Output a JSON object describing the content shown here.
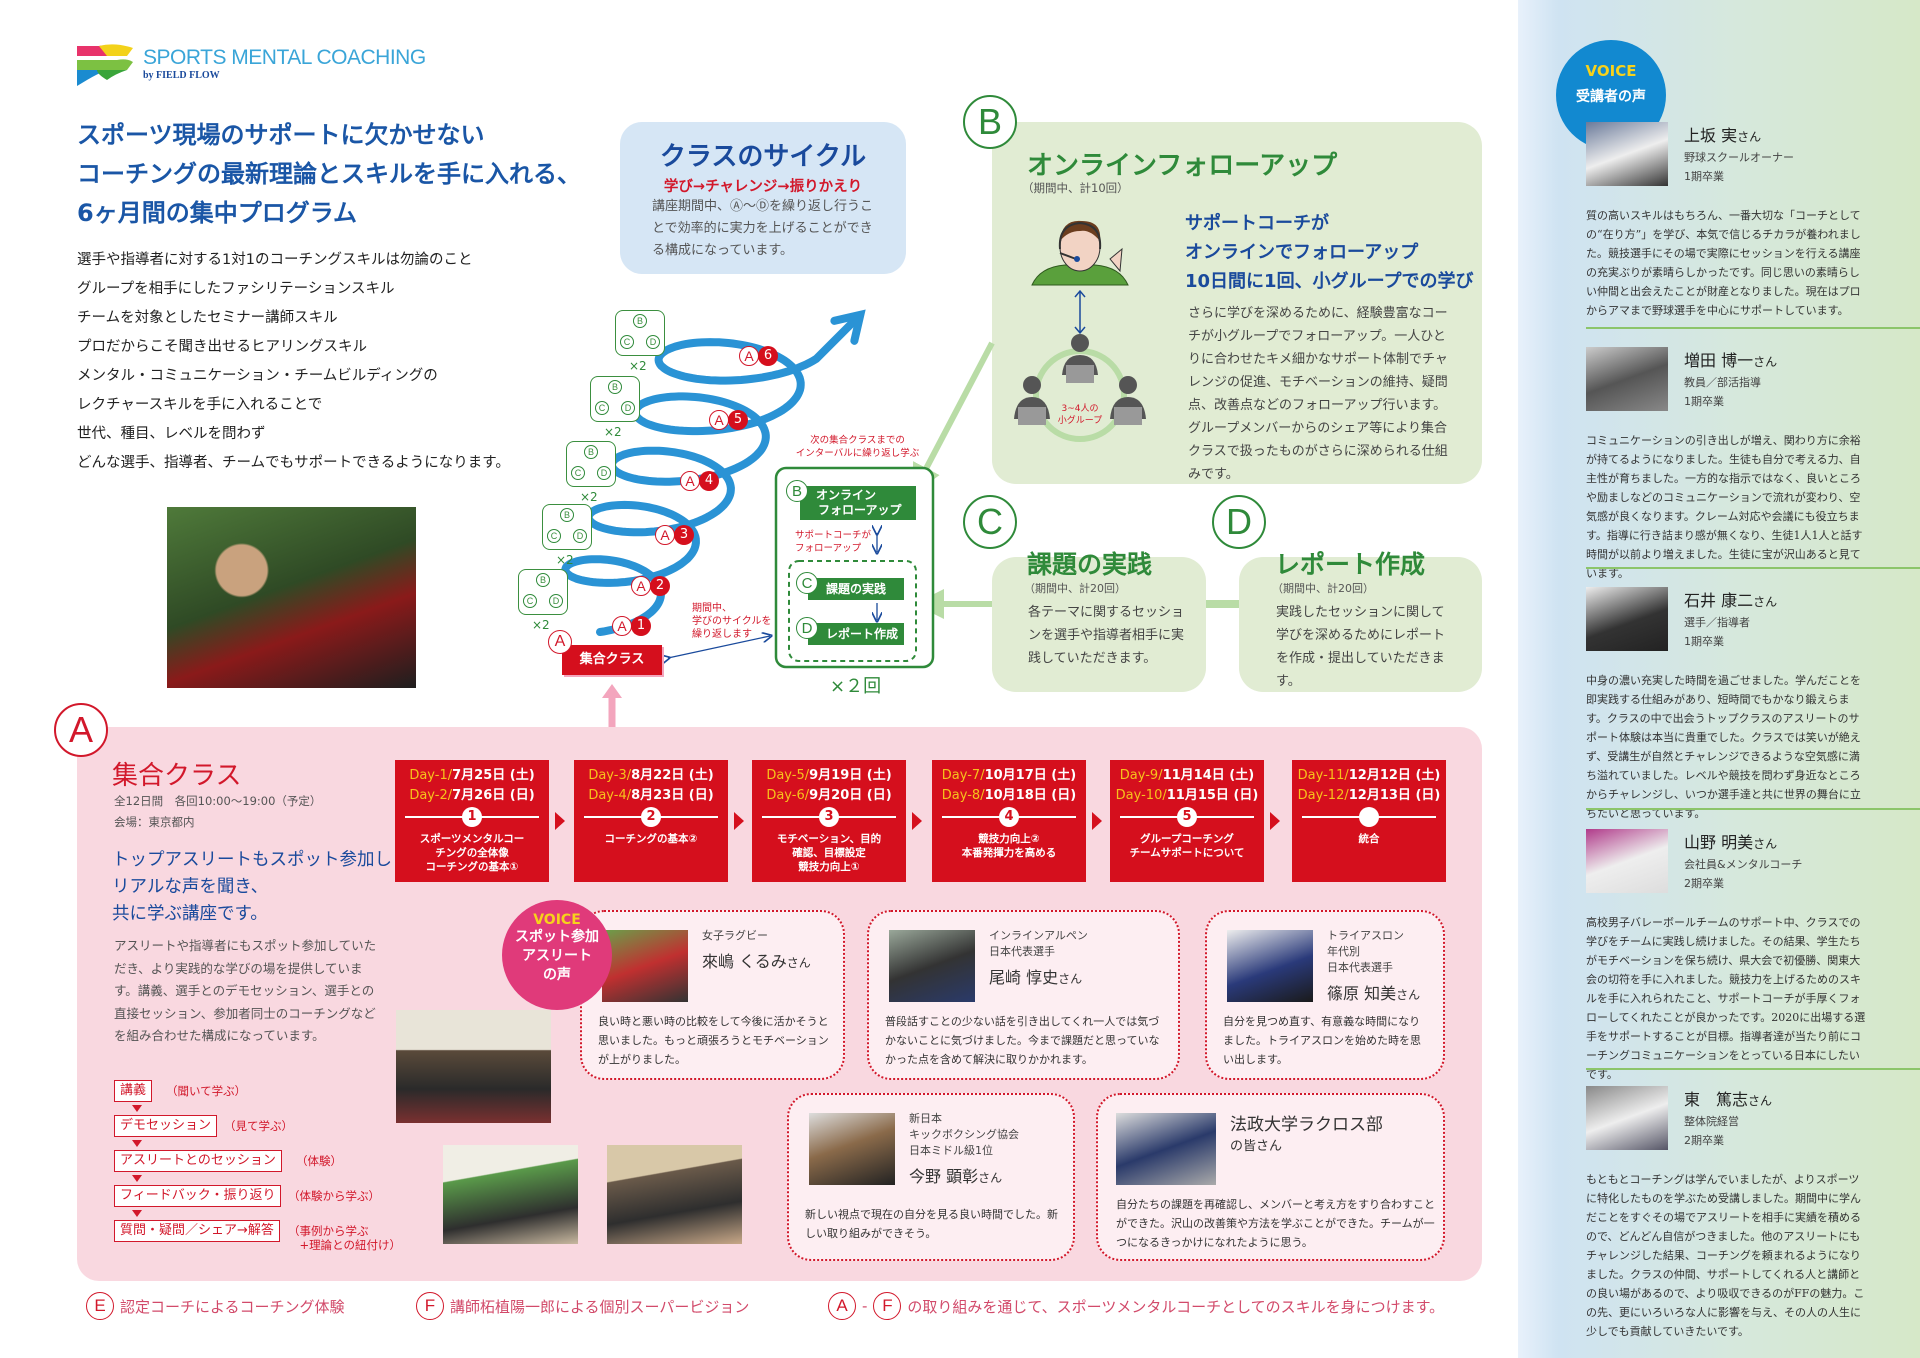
{
  "brand": {
    "name": "SPORTS MENTAL COACHING",
    "by": "by FIELD FLOW"
  },
  "hero": {
    "headline": [
      "スポーツ現場のサポートに欠かせない",
      "コーチングの最新理論とスキルを手に入れる、",
      "6ヶ月間の集中プログラム"
    ],
    "skills": [
      "選手や指導者に対する1対1のコーチングスキルは勿論のこと",
      "グループを相手にしたファシリテーションスキル",
      "チームを対象としたセミナー講師スキル",
      "プロだからこそ聞き出せるヒアリングスキル",
      "メンタル・コミュニケーション・チームビルディングの",
      "レクチャースキルを手に入れることで",
      "世代、種目、レベルを問わず",
      "どんな選手、指導者、チームでもサポートできるようになります。"
    ]
  },
  "cycle": {
    "title": "クラスのサイクル",
    "subtitle": "学び→チャレンジ→振りかえり",
    "text": "講座期間中、Ⓐ～Ⓓを繰り返し行うことで効率的に実力を上げることができる構成になっています。"
  },
  "diagram": {
    "markers": [
      "A1",
      "A2",
      "A3",
      "A4",
      "A5",
      "A6"
    ],
    "marker_letter": "A",
    "marker_numbers": [
      "1",
      "2",
      "3",
      "4",
      "5",
      "6"
    ],
    "bubble_letters": [
      "B",
      "C",
      "D"
    ],
    "bubble_repeat": "×2",
    "class_label": "集合クラス",
    "class_letter": "A",
    "cycle_note": [
      "期間中、",
      "学びのサイクルを",
      "繰り返します"
    ],
    "interval_note": [
      "次の集合クラスまでの",
      "インターバルに繰り返し学ぶ"
    ],
    "online_label": [
      "オンライン",
      "フォローアップ"
    ],
    "support_note": [
      "サポートコーチが",
      "フォローアップ"
    ],
    "practice_label": "課題の実践",
    "report_label": "レポート作成",
    "repeat_label": "×２回"
  },
  "online": {
    "letter": "B",
    "title": "オンラインフォローアップ",
    "period": "（期間中、計10回）",
    "subtitle": [
      "サポートコーチが",
      "オンラインでフォローアップ",
      "10日間に1回、小グループでの学び"
    ],
    "text": "さらに学びを深めるために、経験豊富なコーチが小グループでフォローアップ。一人ひとりに合わせたキメ細かなサポート体制でチャレンジの促進、モチベーションの維持、疑問点、改善点などのフォローアップ行います。グループメンバーからのシェア等により集合クラスで扱ったものがさらに深められる仕組みです。",
    "group_label": [
      "3~4人の",
      "小グループ"
    ]
  },
  "practice": {
    "letter": "C",
    "title": "課題の実践",
    "period": "（期間中、計20回）",
    "text": "各テーマに関するセッションを選手や指導者相手に実践していただきます。"
  },
  "report": {
    "letter": "D",
    "title": "レポート作成",
    "period": "（期間中、計20回）",
    "text": "実践したセッションに関して学びを深めるためにレポートを作成・提出していただきます。"
  },
  "class": {
    "letter": "A",
    "title": "集合クラス",
    "schedule": "全12日間　各回10:00～19:00（予定）",
    "venue": "会場：東京都内",
    "lead": [
      "トップアスリートもスポット参加し",
      "リアルな声を聞き、",
      "共に学ぶ講座です。"
    ],
    "text": "アスリートや指導者にもスポット参加していただき、より実践的な学びの場を提供しています。講義、選手とのデモセッション、選手との直接セッション、参加者同士のコーチングなどを組み合わせた構成になっています。"
  },
  "sessions": [
    {
      "days": [
        [
          "Day-1/",
          "7月25日 (土)"
        ],
        [
          "Day-2/",
          "7月26日 (日)"
        ]
      ],
      "num": "1",
      "topic": [
        "スポーツメンタルコー",
        "チングの全体像",
        "コーチングの基本①"
      ]
    },
    {
      "days": [
        [
          "Day-3/",
          "8月22日 (土)"
        ],
        [
          "Day-4/",
          "8月23日 (日)"
        ]
      ],
      "num": "2",
      "topic": [
        "コーチングの基本②"
      ]
    },
    {
      "days": [
        [
          "Day-5/",
          "9月19日 (土)"
        ],
        [
          "Day-6/",
          "9月20日 (日)"
        ]
      ],
      "num": "3",
      "topic": [
        "モチベーション、目的",
        "確認、目標設定",
        "競技力向上①"
      ]
    },
    {
      "days": [
        [
          "Day-7/",
          "10月17日 (土)"
        ],
        [
          "Day-8/",
          "10月18日 (日)"
        ]
      ],
      "num": "4",
      "topic": [
        "競技力向上②",
        "本番発揮力を高める"
      ]
    },
    {
      "days": [
        [
          "Day-9/",
          "11月14日 (土)"
        ],
        [
          "Day-10/",
          "11月15日 (日)"
        ]
      ],
      "num": "5",
      "topic": [
        "グループコーチング",
        "チームサポートについて"
      ]
    },
    {
      "days": [
        [
          "Day-11/",
          "12月12日 (土)"
        ],
        [
          "Day-12/",
          "12月13日 (日)"
        ]
      ],
      "num": "",
      "topic": [
        "統合"
      ]
    }
  ],
  "flow": [
    {
      "step": "講義",
      "note": "（聞いて学ぶ）"
    },
    {
      "step": "デモセッション",
      "note": "（見て学ぶ）"
    },
    {
      "step": "アスリートとのセッション",
      "note": "（体験）"
    },
    {
      "step": "フィードバック・振り返り",
      "note": "（体験から学ぶ）"
    },
    {
      "step": "質問・疑問／シェア→解答",
      "note": "（事例から学ぶ\n　+理論との紐付け）"
    }
  ],
  "spot_voice": {
    "badge_en": "VOICE",
    "badge_jp": [
      "スポット参加",
      "アスリート",
      "の声"
    ],
    "items": [
      {
        "affil": [
          "女子ラグビー"
        ],
        "name": "來嶋 くるみ",
        "suffix": "さん",
        "text": "良い時と悪い時の比較をして今後に活かそうと思いました。もっと頑張ろうとモチベーションが上がりました。"
      },
      {
        "affil": [
          "インラインアルペン",
          "日本代表選手"
        ],
        "name": "尾崎 惇史",
        "suffix": "さん",
        "text": "普段話すことの少ない話を引き出してくれ一人では気づかないことに気づけました。今まで課題だと思っていなかった点を含めて解決に取りかかれます。"
      },
      {
        "affil": [
          "トライアスロン",
          "年代別",
          "日本代表選手"
        ],
        "name": "篠原 知美",
        "suffix": "さん",
        "text": "自分を見つめ直す、有意義な時間になりました。トライアスロンを始めた時を思い出します。"
      },
      {
        "affil": [
          "新日本",
          "キックボクシング協会",
          "日本ミドル級1位"
        ],
        "name": "今野 顕彰",
        "suffix": "さん",
        "text": "新しい視点で現在の自分を見る良い時間でした。新しい取り組みができそう。"
      },
      {
        "affil": [
          "法政大学ラクロス部",
          "の皆さん"
        ],
        "name": "",
        "suffix": "",
        "text": "自分たちの課題を再確認し、メンバーと考え方をすり合わすことができた。沢山の改善策や方法を学ぶことができた。チームが一つになるきっかけになれたように思う。"
      }
    ]
  },
  "footer": [
    {
      "letters": [
        "E"
      ],
      "text": "認定コーチによるコーチング体験"
    },
    {
      "letters": [
        "F"
      ],
      "text": "講師柘植陽一郎による個別スーパービジョン"
    },
    {
      "letters": [
        "A",
        "F"
      ],
      "separator": "-",
      "text": "の取り組みを通じて、スポーツメンタルコーチとしてのスキルを身につけます。"
    }
  ],
  "sidebar": {
    "badge_en": "VOICE",
    "badge_jp": "受講者の声",
    "entries": [
      {
        "name": "上坂 実",
        "suffix": "さん",
        "role": "野球スクールオーナー",
        "period": "1期卒業",
        "text": "質の高いスキルはもちろん、一番大切な「コーチとしての“在り方”」を学び、本気で信じるチカラが養われました。競技選手にその場で実際にセッションを行える講座の充実ぶりが素晴らしかったです。同じ思いの素晴らしい仲間と出会えたことが財産となりました。現在はプロからアマまで野球選手を中心にサポートしています。"
      },
      {
        "name": "増田 博一",
        "suffix": "さん",
        "role": "教員／部活指導",
        "period": "1期卒業",
        "text": "コミュニケーションの引き出しが増え、関わり方に余裕が持てるようになりました。生徒も自分で考える力、自主性が育ちました。一方的な指示ではなく、良いところや励ましなどのコミュニケーションで流れが変わり、空気感が良くなります。クレーム対応や会議にも役立ちます。指導に行き詰まり感が無くなり、生徒1人1人と話す時間が以前より増えました。生徒に宝が沢山あると見ています。"
      },
      {
        "name": "石井 康二",
        "suffix": "さん",
        "role": "選手／指導者",
        "period": "1期卒業",
        "text": "中身の濃い充実した時間を過ごせました。学んだことを即実践する仕組みがあり、短時間でもかなり鍛えらます。クラスの中で出会うトップクラスのアスリートのサポート体験は本当に貴重でした。クラスでは笑いが絶えず、受講生が自然とチャレンジできるような空気感に満ち溢れていました。レベルや競技を問わず身近なところからチャレンジし、いつか選手達と共に世界の舞台に立ちたいと思っています。"
      },
      {
        "name": "山野 明美",
        "suffix": "さん",
        "role": "会社員&メンタルコーチ",
        "period": "2期卒業",
        "text": "高校男子バレーボールチームのサポート中、クラスでの学びをチームに実践し続けました。その結果、学生たちがモチベーションを保ち続け、県大会で初優勝、関東大会の切符を手に入れました。競技力を上げるためのスキルを手に入れられたこと、サポートコーチが手厚くフォローしてくれたことが良かったです。2020に出場する選手をサポートすることが目標。指導者達が当たり前にコーチングコミュニケーションをとっている日本にしたいです。"
      },
      {
        "name": "東　篤志",
        "suffix": "さん",
        "role": "整体院経営",
        "period": "2期卒業",
        "text": "もともとコーチングは学んでいましたが、よりスポーツに特化したものを学ぶため受講しました。期間中に学んだことをすぐその場でアスリートを相手に実績を積めるので、どんどん自信がつきました。他のアスリートにもチャレンジした結果、コーチングを頼まれるようになりました。クラスの仲間、サポートしてくれる人と講師との良い場があるので、より吸収できるのがFFの魅力。この先、更にいろいろな人に影響を与え、その人の人生に少しでも貢献していきたいです。"
      }
    ]
  },
  "colors": {
    "brand_blue": "#1a56a6",
    "accent_red": "#d50f1d",
    "green": "#2f8a3a",
    "pink_bg": "#f9d8e0",
    "green_bg": "#e1ecd3",
    "cycle_bg": "#d6e6f5",
    "spiral_blue": "#2a93d5",
    "voice_blue": "#1289d0",
    "voice_pink": "#e03a7a",
    "day_yellow": "#f7c21b"
  }
}
